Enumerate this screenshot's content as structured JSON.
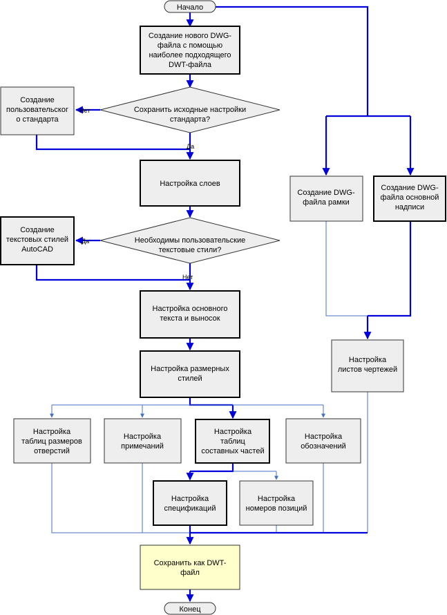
{
  "terminals": {
    "start": "Начало",
    "end": "Конец"
  },
  "steps": {
    "create_dwg": [
      "Создание нового DWG-",
      "файла с помощью",
      "наиболее подходящего",
      "DWT-файла"
    ],
    "custom_standard": [
      "Создание",
      "пользовательског",
      "о стандарта"
    ],
    "layers": [
      "Настройка слоев"
    ],
    "text_styles": [
      "Создание",
      "текстовых стилей",
      "AutoCAD"
    ],
    "main_text": [
      "Настройка основного",
      "текста и выносок"
    ],
    "dim_styles": [
      "Настройка размерных",
      "стилей"
    ],
    "hole_tables": [
      "Настройка",
      "таблиц размеров",
      "отверстий"
    ],
    "notes": [
      "Настройка",
      "примечаний"
    ],
    "parts_tables": [
      "Настройка",
      "таблиц",
      "составных частей"
    ],
    "designations": [
      "Настройка",
      "обозначений"
    ],
    "specs": [
      "Настройка",
      "спецификаций"
    ],
    "positions": [
      "Настройка",
      "номеров позиций"
    ],
    "frame_dwg": [
      "Создание DWG-",
      "файла рамки"
    ],
    "title_block": [
      "Создание DWG-",
      "файла основной",
      "надписи"
    ],
    "sheets": [
      "Настройка",
      "листов чертежей"
    ],
    "save_dwt": [
      "Сохранить как DWT-",
      "файл"
    ]
  },
  "decisions": {
    "keep_settings": [
      "Сохранить исходные настройки",
      "стандарта?"
    ],
    "need_text_styles": [
      "Необходимы пользовательские",
      "текстовые стили?"
    ]
  },
  "branch_labels": {
    "keep_no": "Нет",
    "keep_yes": "Да",
    "text_yes": "Да",
    "text_no": "Нет"
  },
  "colors": {
    "main_flow": "#0000dd",
    "secondary_flow": "#4472c4",
    "box_fill": "#eeeeee",
    "final_fill": "#ffffcc"
  }
}
